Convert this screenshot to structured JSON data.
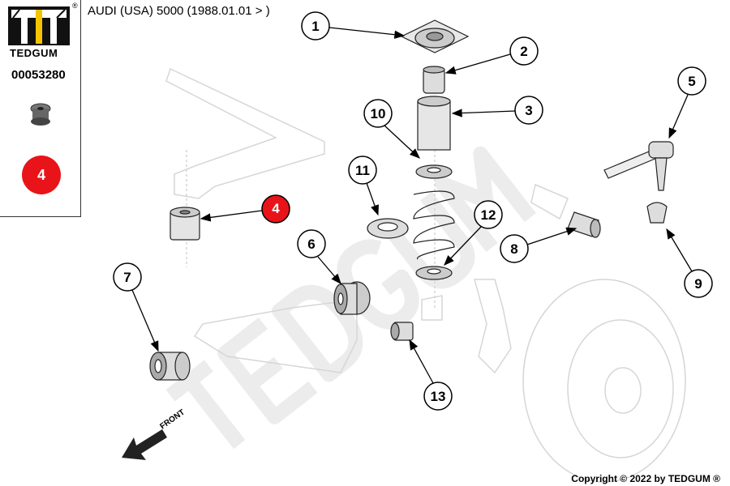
{
  "header": {
    "title": "AUDI (USA) 5000  (1988.01.01 > )"
  },
  "panel": {
    "brand": "TEDGUM",
    "registered": "®",
    "part_number": "00053280",
    "selected_callout": "4"
  },
  "callouts": [
    "1",
    "2",
    "3",
    "4",
    "5",
    "6",
    "7",
    "8",
    "9",
    "10",
    "11",
    "12",
    "13"
  ],
  "watermark": "TEDGUM",
  "direction_label": "FRONT",
  "footer": {
    "copyright": "Copyright © 2022 by TEDGUM ®"
  },
  "colors": {
    "accent_red": "#e8141a",
    "logo_yellow": "#f5c400"
  }
}
